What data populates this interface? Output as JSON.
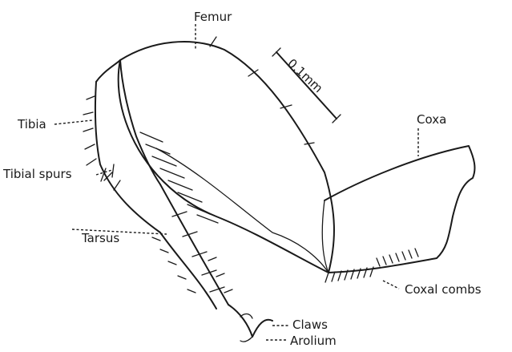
{
  "labels": {
    "femur": "Femur",
    "scale": "0.1mm",
    "coxa": "Coxa",
    "tibia": "Tibia",
    "tibial_spurs": "Tibial spurs",
    "tarsus": "Tarsus",
    "coxal_combs": "Coxal combs",
    "claws": "Claws",
    "arolium": "Arolium"
  }
}
